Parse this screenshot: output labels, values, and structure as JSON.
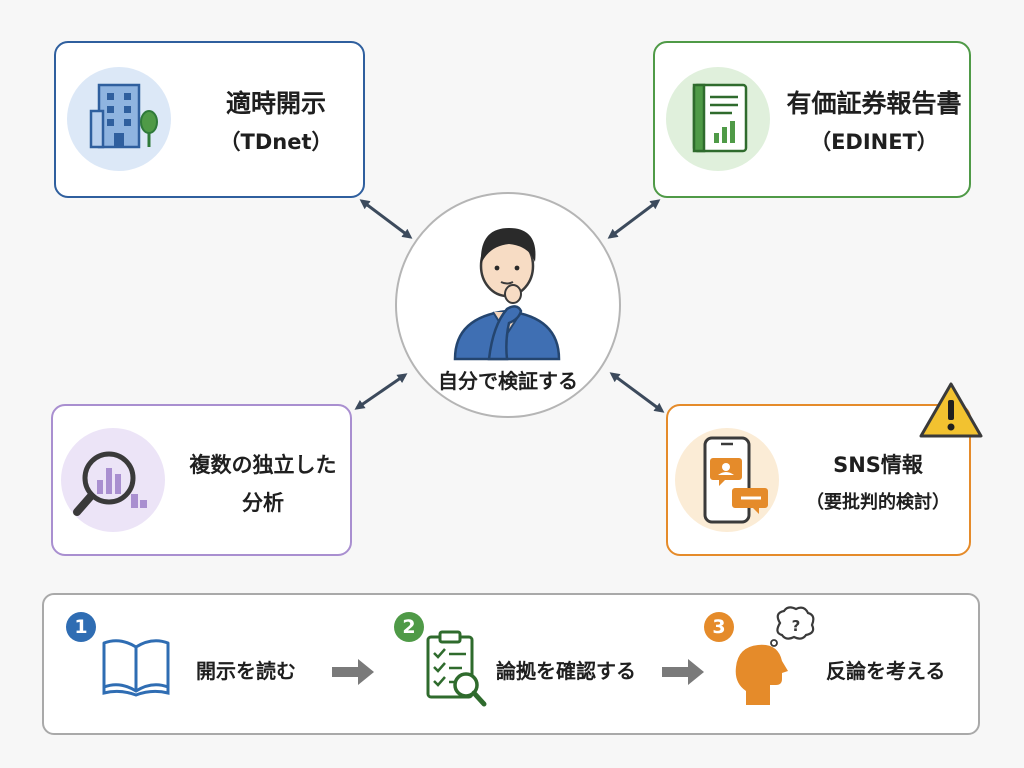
{
  "sources": {
    "tdnet": {
      "title": "適時開示",
      "subtitle": "（TDnet）"
    },
    "edinet": {
      "title": "有価証券報告書",
      "subtitle": "（EDINET）"
    },
    "analysis": {
      "title": "複数の独立した",
      "subtitle": "分析"
    },
    "sns": {
      "title": "SNS情報",
      "subtitle": "（要批判的検討）"
    }
  },
  "center": {
    "label": "自分で検証する"
  },
  "steps": [
    {
      "number": "1",
      "label": "開示を読む"
    },
    {
      "number": "2",
      "label": "論拠を確認する"
    },
    {
      "number": "3",
      "label": "反論を考える"
    }
  ],
  "colors": {
    "tdnet": "#2f5f9e",
    "edinet": "#4f9a47",
    "analysis": "#a98fd0",
    "sns": "#e58b2a",
    "warning": "#f2c230",
    "connector": "#3c4a5c",
    "step1": "#2f6db3",
    "step2": "#4f9a47",
    "step3": "#e58b2a"
  },
  "icons": {
    "tdnet": "office-building-icon",
    "edinet": "report-book-icon",
    "analysis": "magnifier-chart-icon",
    "sns": "smartphone-chat-icon",
    "warning": "warning-icon",
    "step1": "open-book-icon",
    "step2": "checklist-magnifier-icon",
    "step3": "thinking-head-icon"
  }
}
